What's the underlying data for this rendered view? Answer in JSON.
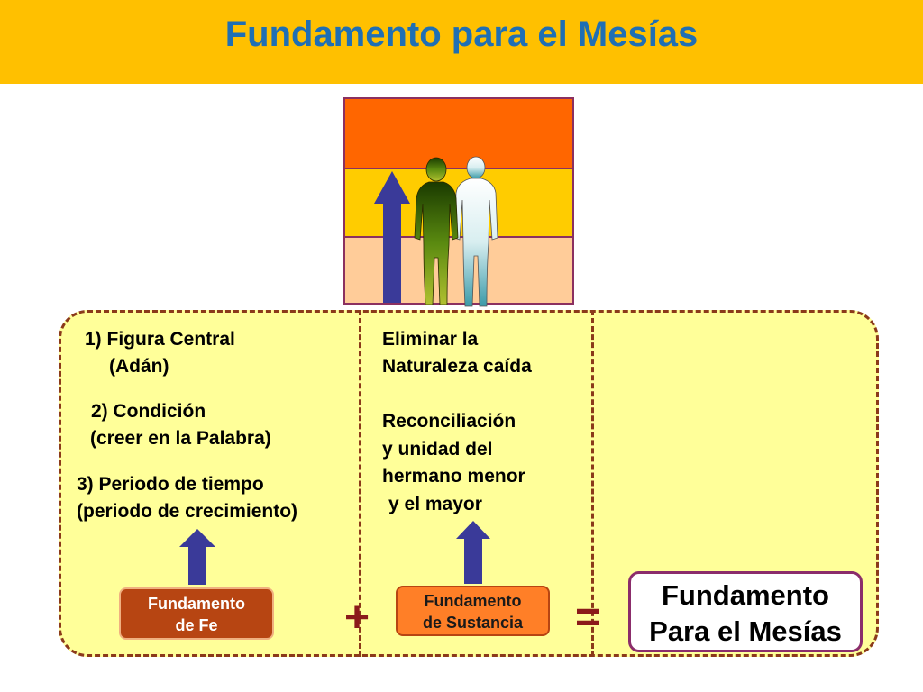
{
  "title": "Fundamento para el Mesías",
  "left_column": {
    "item1_line1": "1) Figura Central",
    "item1_line2": "(Adán)",
    "item2_line1": "2) Condición",
    "item2_line2": "(creer en la Palabra)",
    "item3_line1": "3) Periodo de tiempo",
    "item3_line2": "(periodo de crecimiento)"
  },
  "middle_column": {
    "block1_line1": "Eliminar la",
    "block1_line2": "Naturaleza caída",
    "block2_line1": "Reconciliación",
    "block2_line2": "y unidad del",
    "block2_line3": "hermano menor",
    "block2_line4": "y el mayor"
  },
  "boxes": {
    "fe_line1": "Fundamento",
    "fe_line2": "de Fe",
    "sustancia_line1": "Fundamento",
    "sustancia_line2": "de Sustancia",
    "mesias_line1": "Fundamento",
    "mesias_line2": "Para el Mesías"
  },
  "operators": {
    "plus": "+",
    "equals": "="
  },
  "colors": {
    "title_bar": "#ffc000",
    "title_text": "#1f6fb4",
    "band_top": "#ff6600",
    "band_mid": "#ffcc00",
    "band_bottom": "#ffcc99",
    "panel": "#ffff99",
    "arrow": "#3a3a99",
    "box_fe": "#b74512",
    "box_sustancia": "#ff7f27"
  }
}
